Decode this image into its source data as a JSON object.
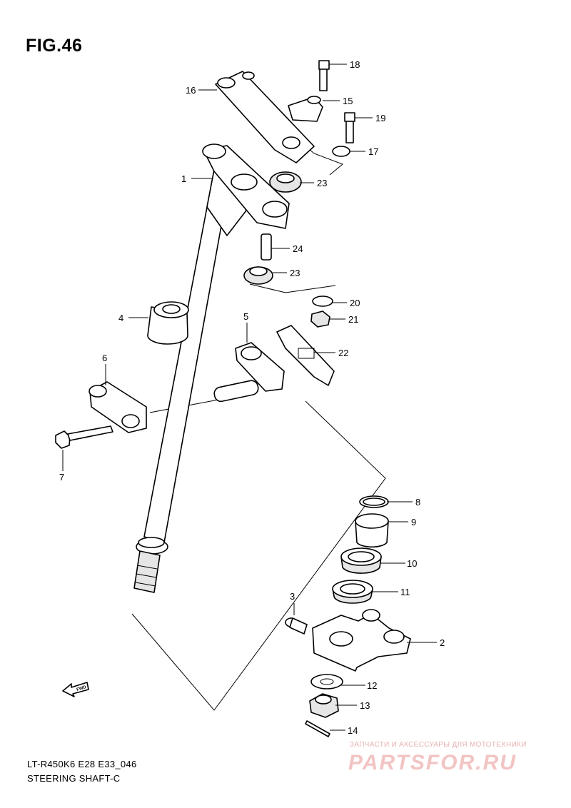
{
  "figure": {
    "title": "FIG.46"
  },
  "callouts": [
    "1",
    "2",
    "3",
    "4",
    "5",
    "6",
    "7",
    "8",
    "9",
    "10",
    "11",
    "12",
    "13",
    "14",
    "15",
    "16",
    "17",
    "18",
    "19",
    "20",
    "21",
    "22",
    "23",
    "23",
    "24"
  ],
  "fwd_label": "FWD",
  "caption": {
    "model_code": "LT-R450K6 E28 E33_046",
    "name": "STEERING SHAFT-C"
  },
  "watermark": {
    "tagline": "ЗАПЧАСТИ И АКСЕССУАРЫ ДЛЯ МОТОТЕХНИКИ",
    "brand": "PARTSFOR.RU"
  },
  "colors": {
    "ink": "#000000",
    "background": "#ffffff",
    "watermark": "#f2c4c4"
  }
}
